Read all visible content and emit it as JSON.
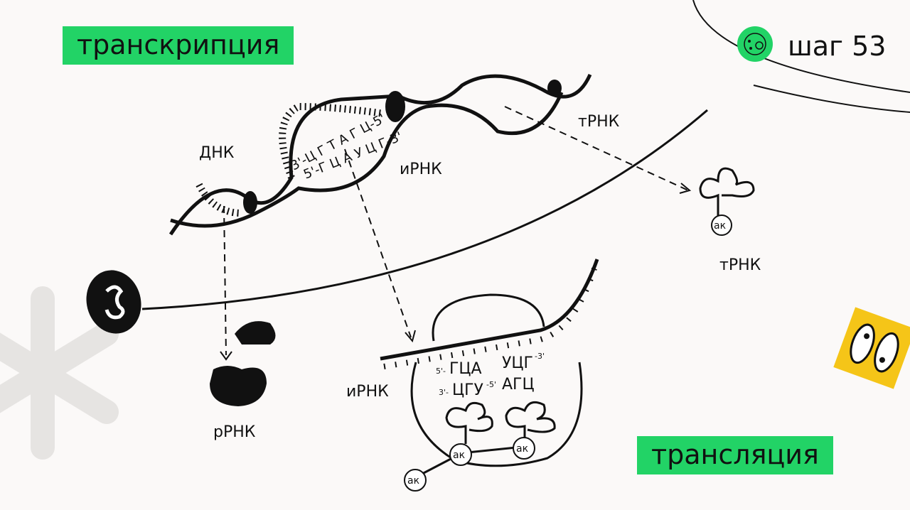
{
  "header": {
    "step_label": "шаг 53",
    "logo_icon": "cell-icon"
  },
  "tags": {
    "transcription": "транскрипция",
    "translation": "трансляция"
  },
  "labels": {
    "dna": "ДНК",
    "mrna_top": "иРНК",
    "trna_top": "тРНК",
    "trna_free": "тРНК",
    "rrna": "рРНК",
    "mrna_bottom": "иРНК"
  },
  "dna_strands": {
    "template": "3'-Ц Г Т А Г Ц-5'",
    "mrna": "5'-Г Ц А У Ц Г-3'"
  },
  "ribosome": {
    "codon1_prefix": "5'-",
    "codon1": "ГЦА",
    "codon2": "УЦГ",
    "codon2_suffix": "-3'",
    "anticodon1_prefix": "3'-",
    "anticodon1": "ЦГУ",
    "anticodon1_suffix": "-5'",
    "anticodon2": "АГЦ"
  },
  "amino_acid": "ак",
  "colors": {
    "accent": "#22d366",
    "background": "#fbf9f8",
    "ink": "#111111",
    "sticker": "#f5c518"
  }
}
